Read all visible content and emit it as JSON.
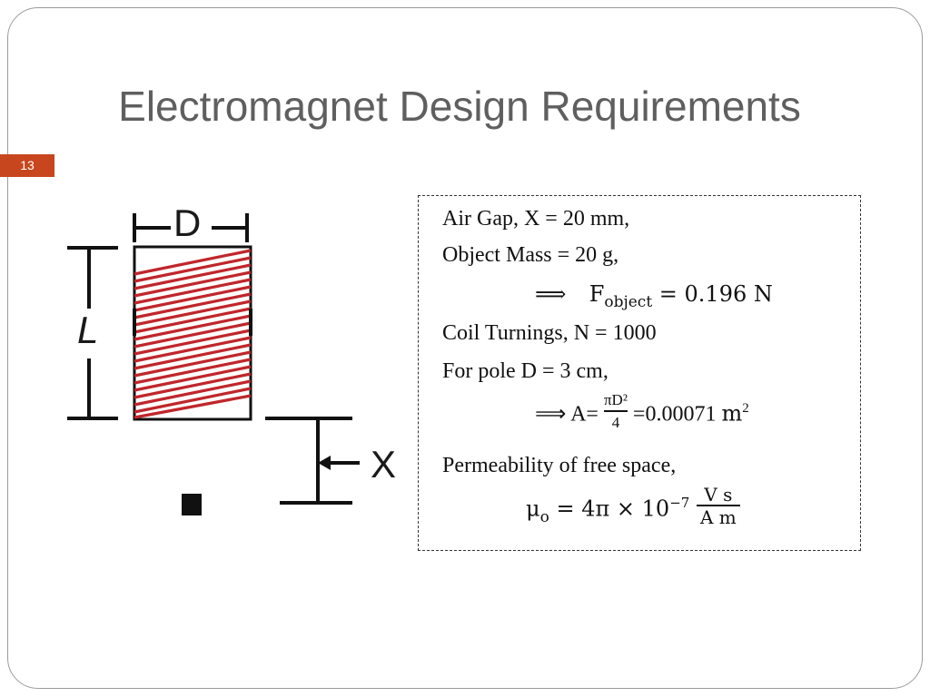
{
  "slide": {
    "title": "Electromagnet Design Requirements",
    "number": "13"
  },
  "figure": {
    "label_d": "D",
    "label_l": "L",
    "label_x": "X"
  },
  "requirements": {
    "air_gap": "Air Gap, X = 20 mm,",
    "object_mass": "Object Mass = 20 g,",
    "force_arrow": "⟹",
    "force_symbol": "F",
    "force_sub": "object",
    "force_value": "= 0.196 N",
    "coil_turnings": "Coil Turnings, N = 1000",
    "pole": "For pole D = 3 cm,",
    "area_prefix": "⟹ A=",
    "area_num": "πD²",
    "area_den": "4",
    "area_value": "=0.00071",
    "area_unit": "m",
    "area_unit_exp": "2",
    "permeability": "Permeability of free space,",
    "mu_symbol": "μ",
    "mu_sub": "o",
    "mu_value": "= 4π × 10",
    "mu_exp": "−7",
    "mu_unit_num": "V s",
    "mu_unit_den": "A m"
  }
}
